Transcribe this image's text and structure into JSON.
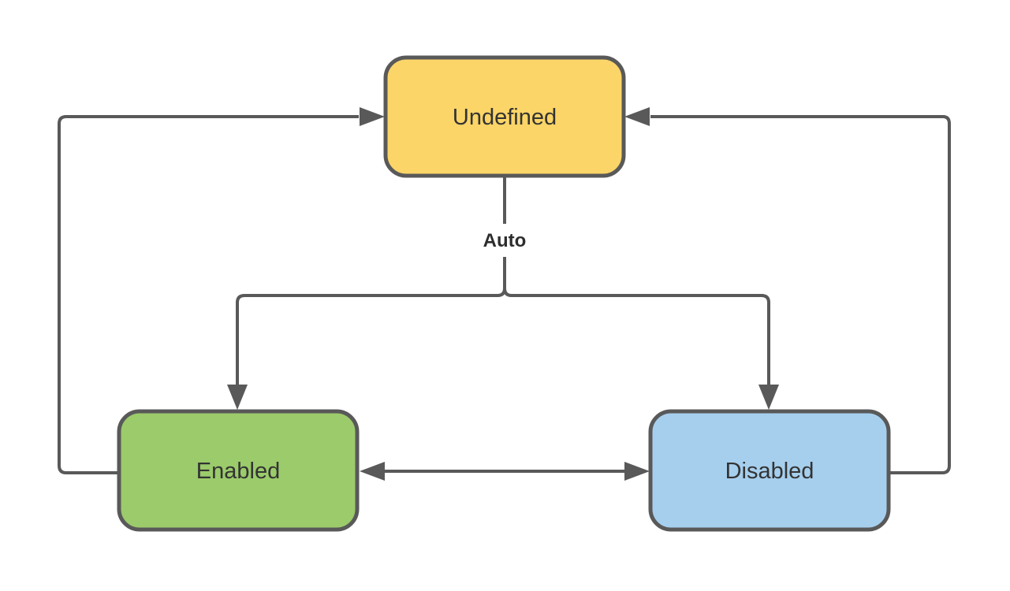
{
  "diagram": {
    "type": "state-diagram",
    "background": "#ffffff",
    "colors": {
      "stroke": "#595959",
      "node_border": "#595959",
      "node_text": "#333333",
      "edge_label_text": "#2d2d2d"
    },
    "nodes": {
      "undefined": {
        "label": "Undefined",
        "fill": "#FBD567"
      },
      "enabled": {
        "label": "Enabled",
        "fill": "#9BCB6B"
      },
      "disabled": {
        "label": "Disabled",
        "fill": "#A6CFEE"
      }
    },
    "edges": {
      "auto_label": "Auto"
    }
  }
}
